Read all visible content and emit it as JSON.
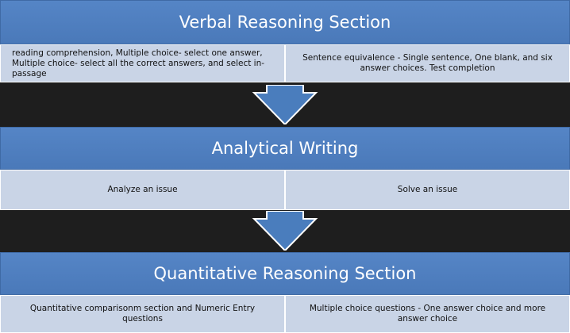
{
  "sections": [
    {
      "title": "Verbal Reasoning Section",
      "items": [
        "reading comprehension, Multiple choice- select one answer, Multiple choice- select all the correct answers, and select in-passage",
        "Sentence equivalence - Single sentence, One blank, and six answer choices. Test completion"
      ]
    },
    {
      "title": "Analytical Writing",
      "items": [
        "Analyze an issue",
        "Solve an issue"
      ]
    },
    {
      "title": "Quantitative Reasoning Section",
      "items": [
        "Quantitative comparisonm section and Numeric Entry questions",
        "Multiple choice questions - One answer choice and more answer choice"
      ]
    }
  ],
  "colors": {
    "header": "#4f7fc0",
    "cell": "#c9d4e6",
    "arrow": "#4a7dbd",
    "background": "#1e1e1e"
  },
  "icons": [
    "down-arrow-icon"
  ]
}
